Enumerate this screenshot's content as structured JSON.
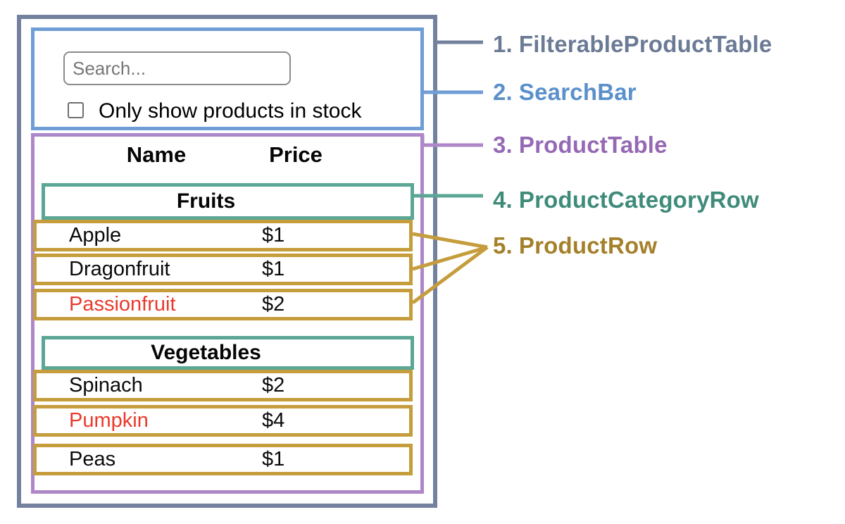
{
  "colors": {
    "filterable_product_table_box": "#73819e",
    "search_bar_box": "#6f9ed6",
    "product_table_box": "#ad87c8",
    "product_category_row_box": "#5ba695",
    "product_row_box": "#c59d3c",
    "out_of_stock_text": "#e93a2c"
  },
  "mockup": {
    "search_bar": {
      "input_placeholder": "Search...",
      "checkbox_checked": false,
      "checkbox_label": "Only show products in stock"
    },
    "product_table": {
      "header": {
        "name": "Name",
        "price": "Price"
      },
      "sections": [
        {
          "category": "Fruits",
          "rows": [
            {
              "name": "Apple",
              "price": "$1",
              "out_of_stock": false
            },
            {
              "name": "Dragonfruit",
              "price": "$1",
              "out_of_stock": false
            },
            {
              "name": "Passionfruit",
              "price": "$2",
              "out_of_stock": true
            }
          ]
        },
        {
          "category": "Vegetables",
          "rows": [
            {
              "name": "Spinach",
              "price": "$2",
              "out_of_stock": false
            },
            {
              "name": "Pumpkin",
              "price": "$4",
              "out_of_stock": true
            },
            {
              "name": "Peas",
              "price": "$1",
              "out_of_stock": false
            }
          ]
        }
      ]
    }
  },
  "legend": {
    "items": [
      {
        "number": "1.",
        "label": "FilterableProductTable",
        "color": "#6b7a95"
      },
      {
        "number": "2.",
        "label": "SearchBar",
        "color": "#5b90ca"
      },
      {
        "number": "3.",
        "label": "ProductTable",
        "color": "#9569b4"
      },
      {
        "number": "4.",
        "label": "ProductCategoryRow",
        "color": "#3f8b7a"
      },
      {
        "number": "5.",
        "label": "ProductRow",
        "color": "#a5802b"
      }
    ]
  }
}
